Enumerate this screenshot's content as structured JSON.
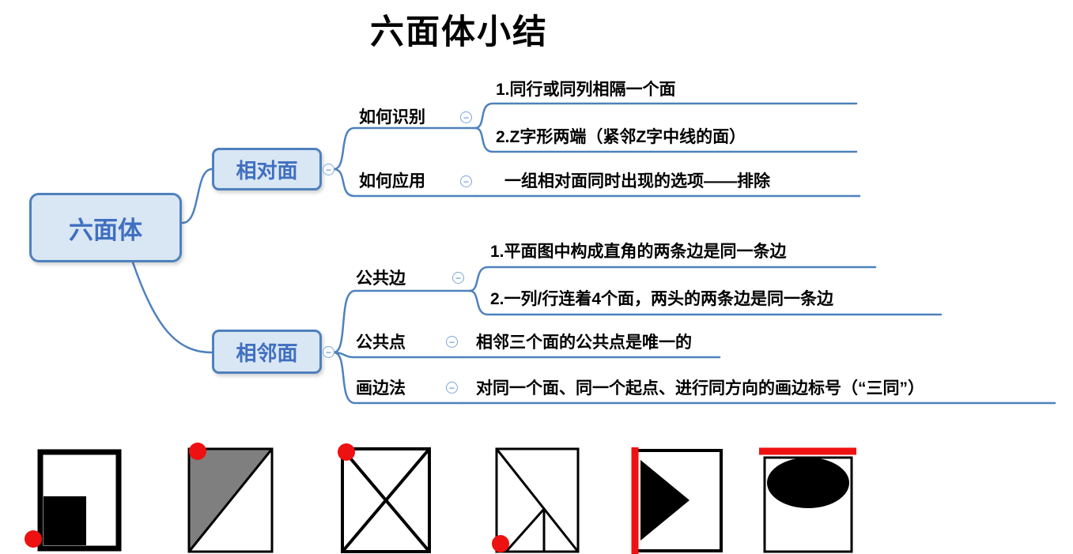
{
  "title": "六面体小结",
  "icons": {
    "collapse_glyph": "−"
  },
  "colors": {
    "line_blue": "#4f81bd",
    "node_fill": "#d9e6f4",
    "node_border": "#4f81bd",
    "node_text": "#3f6fc0",
    "red": "#ee1111",
    "gray": "#7f7f7f",
    "black": "#000000"
  },
  "mindmap": {
    "root": {
      "label": "六面体"
    },
    "branches": [
      {
        "label": "相对面",
        "children": [
          {
            "label": "如何识别",
            "leaves": [
              "1.同行或同列相隔一个面",
              "2.Z字形两端（紧邻Z字中线的面）"
            ]
          },
          {
            "label": "如何应用",
            "leaves": [
              "一组相对面同时出现的选项——排除"
            ]
          }
        ]
      },
      {
        "label": "相邻面",
        "children": [
          {
            "label": "公共边",
            "leaves": [
              "1.平面图中构成直角的两条边是同一条边",
              "2.一列/行连着4个面，两头的两条边是同一条边"
            ]
          },
          {
            "label": "公共点",
            "leaves": [
              "相邻三个面的公共点是唯一的"
            ]
          },
          {
            "label": "画边法",
            "leaves": [
              "对同一个面、同一个起点、进行同方向的画边标号（“三同”）"
            ]
          }
        ]
      }
    ]
  },
  "figures": [
    {
      "name": "square-with-black-corner-square",
      "marker": "red-dot-bottom-left"
    },
    {
      "name": "square-with-gray-upper-triangle",
      "marker": "red-dot-top-left"
    },
    {
      "name": "square-with-x-diagonals",
      "marker": "red-dot-top-left"
    },
    {
      "name": "square-with-diagonal-and-small-triangle",
      "marker": "red-dot-bottom-left"
    },
    {
      "name": "square-with-black-right-triangle",
      "marker": "red-left-edge"
    },
    {
      "name": "square-with-black-ellipse",
      "marker": "red-top-edge"
    }
  ]
}
